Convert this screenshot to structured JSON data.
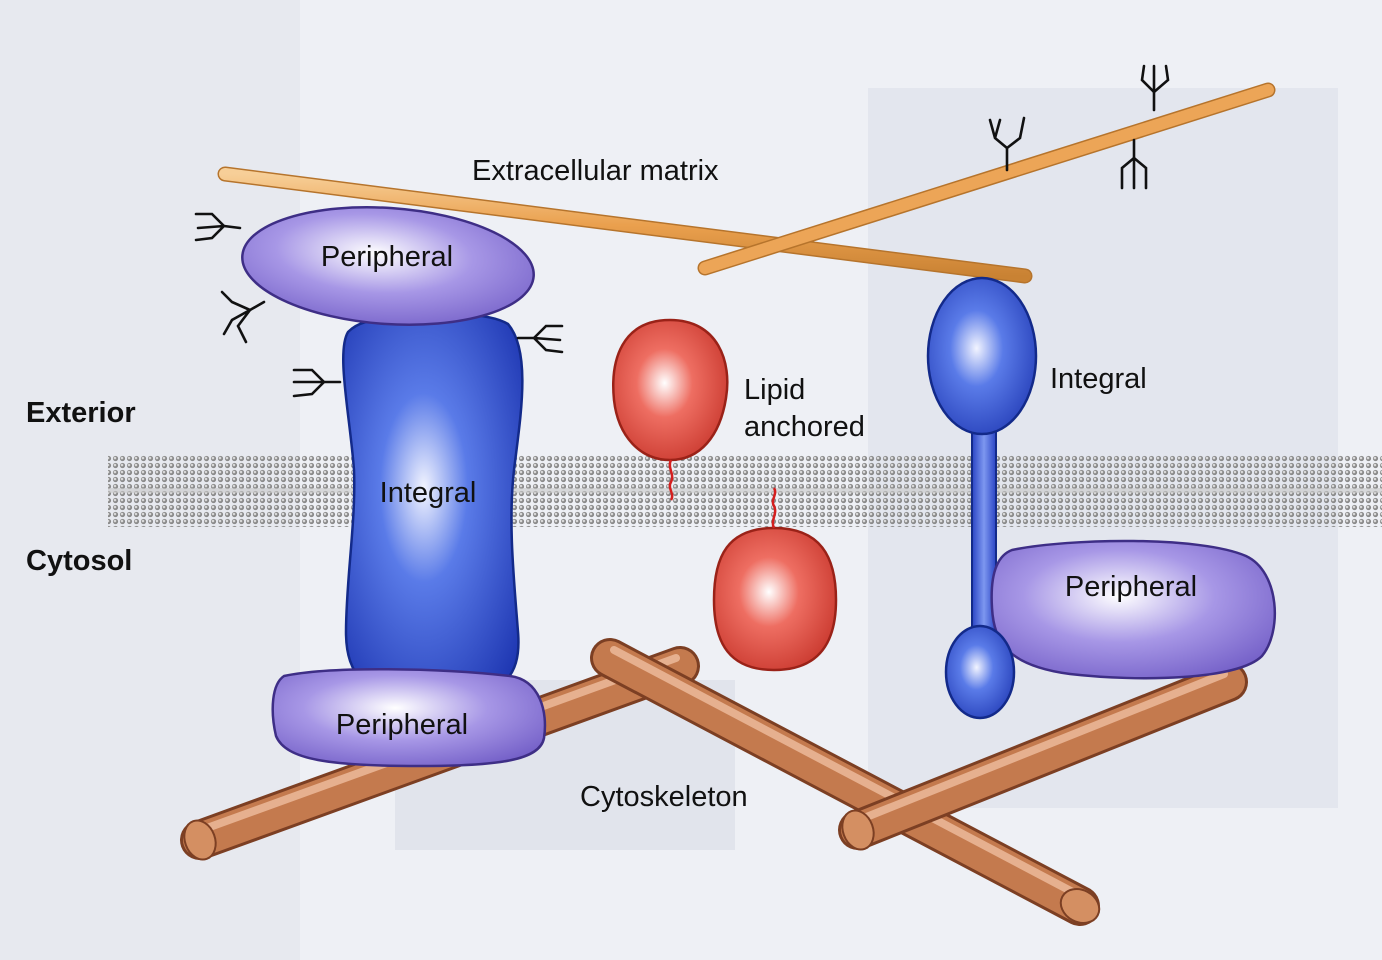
{
  "labels": {
    "extracellular_matrix": "Extracellular matrix",
    "exterior": "Exterior",
    "cytosol": "Cytosol",
    "peripheral_top_left": "Peripheral",
    "integral_left": "Integral",
    "peripheral_bottom_left": "Peripheral",
    "lipid_anchored_line1": "Lipid",
    "lipid_anchored_line2": "anchored",
    "integral_right": "Integral",
    "peripheral_right": "Peripheral",
    "cytoskeleton": "Cytoskeleton"
  },
  "colors": {
    "membrane": "#bdbdbd",
    "integral_protein": "#2b4fd6",
    "peripheral_protein": "#9a86dd",
    "lipid_anchored_protein": "#e04a3c",
    "extracellular_fiber": "#eea85a",
    "cytoskeleton_fiber": "#c77b52",
    "glycan": "#111111"
  }
}
